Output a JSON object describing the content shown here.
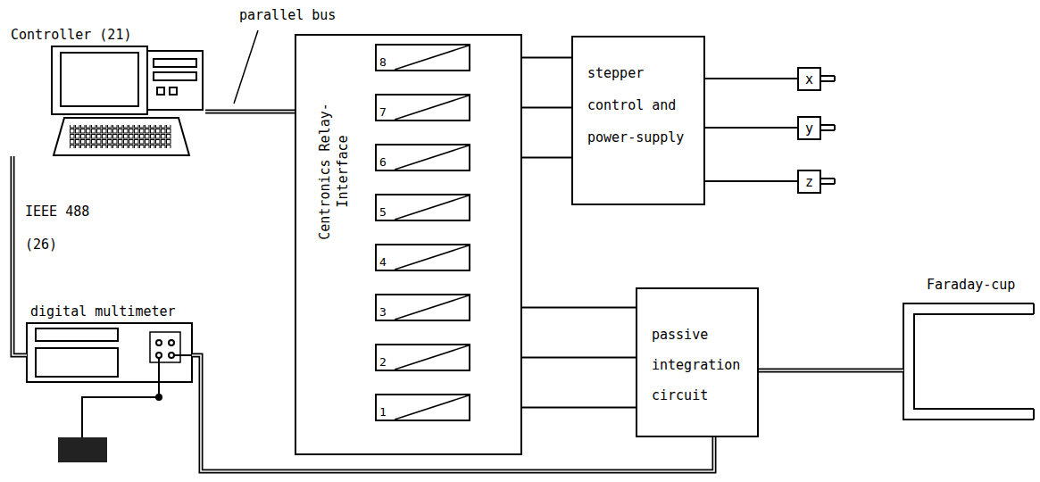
{
  "diagram": {
    "nodes": [
      {
        "text": [
          "Controller (21)"
        ]
      },
      {
        "text": [
          "Centronics Relay-Interface"
        ]
      },
      {
        "text": [
          "8"
        ],
        "in": 1
      },
      {
        "text": [
          "7"
        ],
        "in": 1
      },
      {
        "text": [
          "6"
        ],
        "in": 1
      },
      {
        "text": [
          "5"
        ],
        "in": 1
      },
      {
        "text": [
          "4"
        ],
        "in": 1
      },
      {
        "text": [
          "3"
        ],
        "in": 1
      },
      {
        "text": [
          "2"
        ],
        "in": 1
      },
      {
        "text": [
          "1"
        ],
        "in": 1
      },
      {
        "text": [
          "stepper control and power-supply"
        ]
      },
      {
        "text": [
          "x"
        ]
      },
      {
        "text": [
          "y"
        ]
      },
      {
        "text": [
          "z"
        ]
      },
      {
        "text": [
          "digital multimeter"
        ]
      },
      {
        "text": [
          "passive integration circuit"
        ]
      },
      {
        "text": [
          "Faraday-cup"
        ]
      }
    ],
    "edges": [
      {
        "from": 0,
        "to": 1,
        "arrow": "none"
      },
      {
        "from": 0,
        "to": 14,
        "arrow": "none"
      },
      {
        "from": 2,
        "to": 10,
        "arrow": "none"
      },
      {
        "from": 3,
        "to": 10,
        "arrow": "none"
      },
      {
        "from": 4,
        "to": 10,
        "arrow": "none"
      },
      {
        "from": 10,
        "to": 11,
        "arrow": "none"
      },
      {
        "from": 10,
        "to": 12,
        "arrow": "none"
      },
      {
        "from": 10,
        "to": 13,
        "arrow": "none"
      },
      {
        "from": 7,
        "to": 15,
        "arrow": "none"
      },
      {
        "from": 8,
        "to": 15,
        "arrow": "none"
      },
      {
        "from": 9,
        "to": 15,
        "arrow": "none"
      },
      {
        "from": 15,
        "to": 16,
        "arrow": "none"
      },
      {
        "from": 15,
        "to": 14,
        "arrow": "none"
      }
    ],
    "labels": [
      "parallel bus",
      "IEEE 488",
      "(26)"
    ]
  }
}
